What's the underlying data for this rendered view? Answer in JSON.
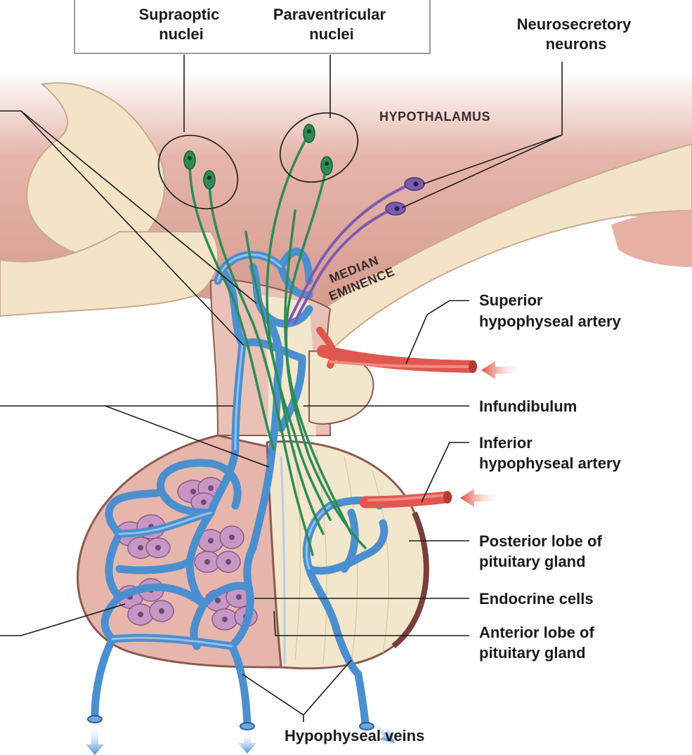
{
  "labels": {
    "supraoptic_line1": "Supraoptic",
    "supraoptic_line2": "nuclei",
    "paraventricular_line1": "Paraventricular",
    "paraventricular_line2": "nuclei",
    "neurosecretory_line1": "Neurosecretory",
    "neurosecretory_line2": "neurons",
    "hypothalamus": "HYPOTHALAMUS",
    "median_line1": "MEDIAN",
    "median_line2": "EMINENCE",
    "superior_line1": "Superior",
    "superior_line2": "hypophyseal artery",
    "infundibulum": "Infundibulum",
    "inferior_line1": "Inferior",
    "inferior_line2": "hypophyseal artery",
    "posterior_line1": "Posterior lobe of",
    "posterior_line2": "pituitary gland",
    "endocrine": "Endocrine cells",
    "anterior_line1": "Anterior lobe of",
    "anterior_line2": "pituitary gland",
    "veins": "Hypophyseal veins"
  },
  "colors": {
    "hypothalamus": "#d9a59b",
    "tissue": "#f1e2c6",
    "anterior_lobe": "#e9bdb4",
    "posterior_lobe": "#f2e6cc",
    "capillary": "#4b8fcf",
    "capillary_dark": "#2b5f97",
    "artery": "#e0574f",
    "neuron_green": "#2e8b57",
    "neuron_purple": "#7b5bb0",
    "endocrine": "#c79ac4"
  }
}
